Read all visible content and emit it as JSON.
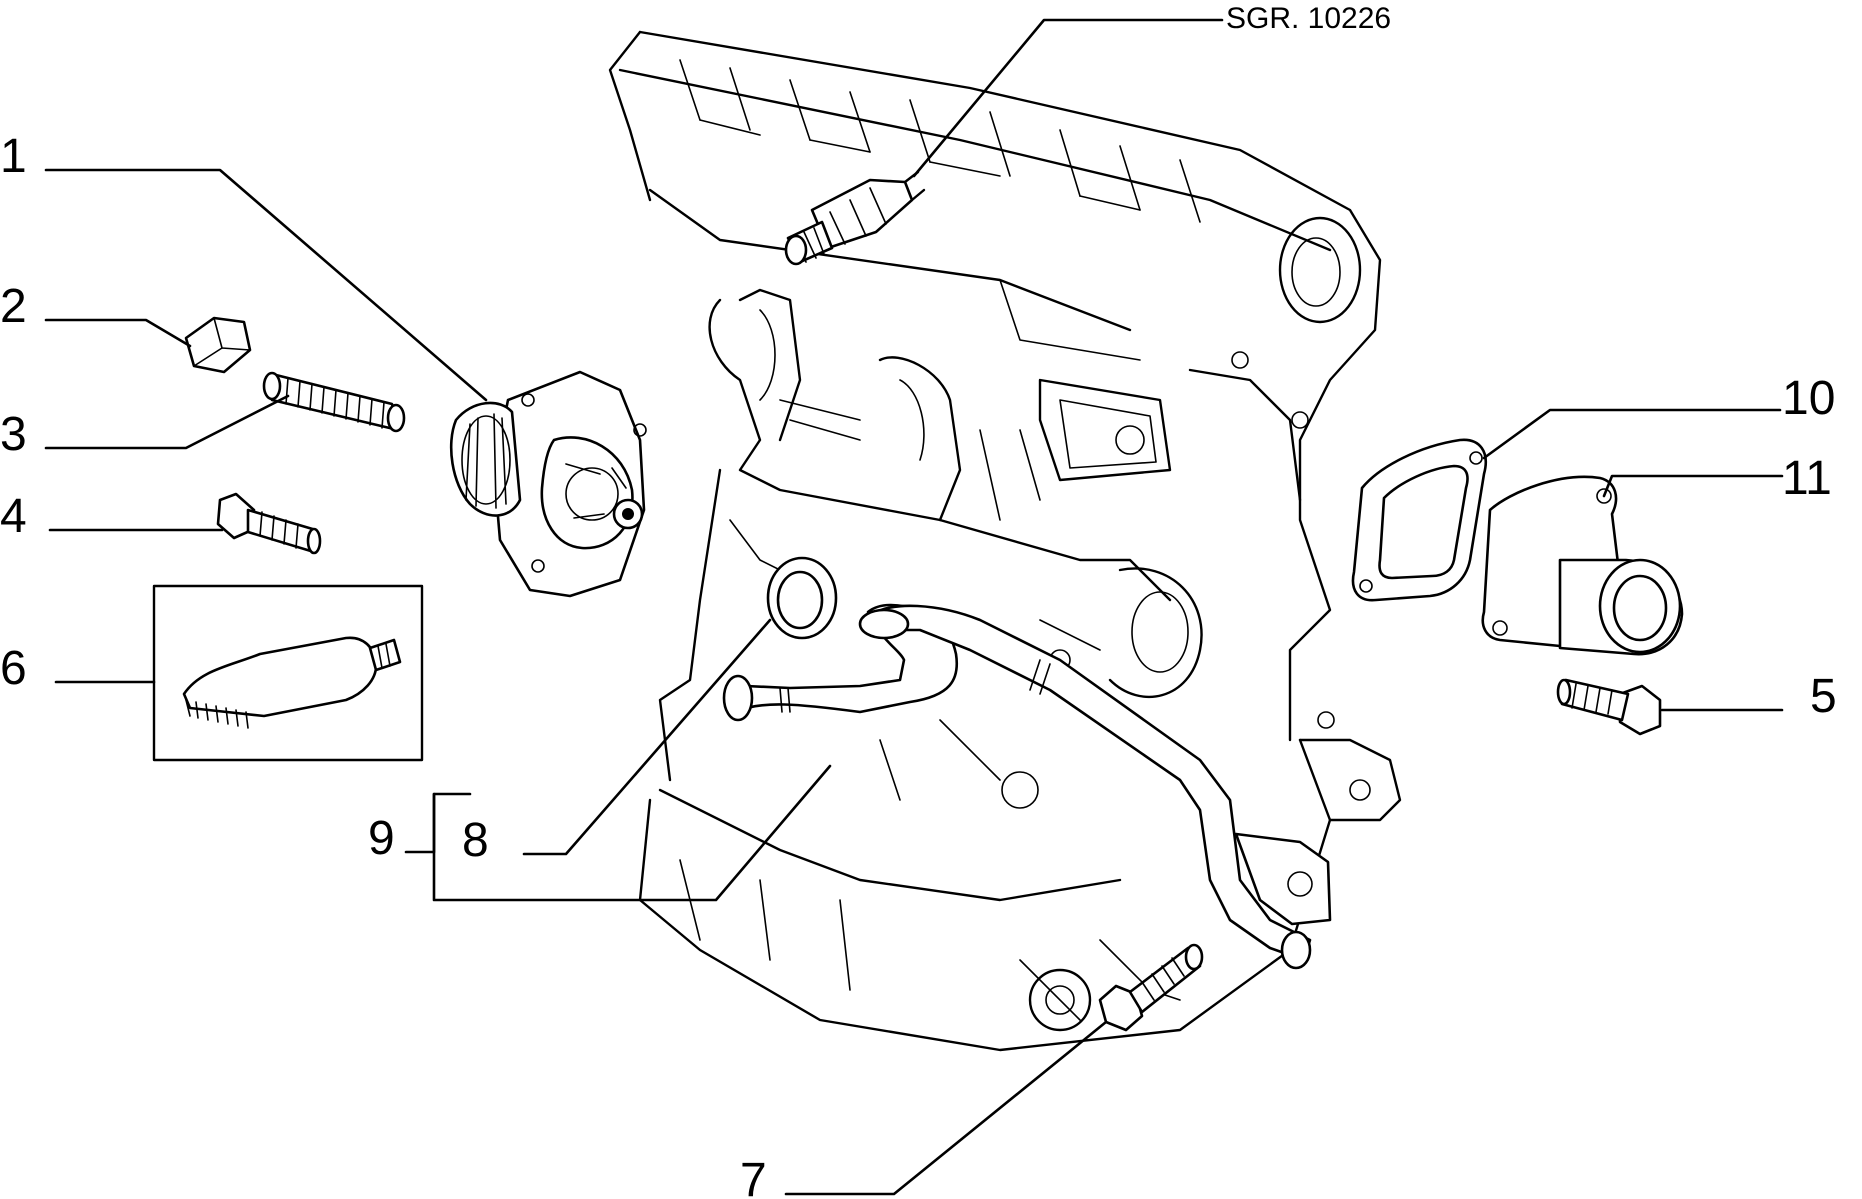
{
  "reference_code": "SGR. 10226",
  "callouts": [
    {
      "id": "1",
      "label": "1"
    },
    {
      "id": "2",
      "label": "2"
    },
    {
      "id": "3",
      "label": "3"
    },
    {
      "id": "4",
      "label": "4"
    },
    {
      "id": "5",
      "label": "5"
    },
    {
      "id": "6",
      "label": "6"
    },
    {
      "id": "7",
      "label": "7"
    },
    {
      "id": "8",
      "label": "8"
    },
    {
      "id": "9",
      "label": "9"
    },
    {
      "id": "10",
      "label": "10"
    },
    {
      "id": "11",
      "label": "11"
    }
  ],
  "colors": {
    "ink": "#000000",
    "paper": "#ffffff"
  }
}
